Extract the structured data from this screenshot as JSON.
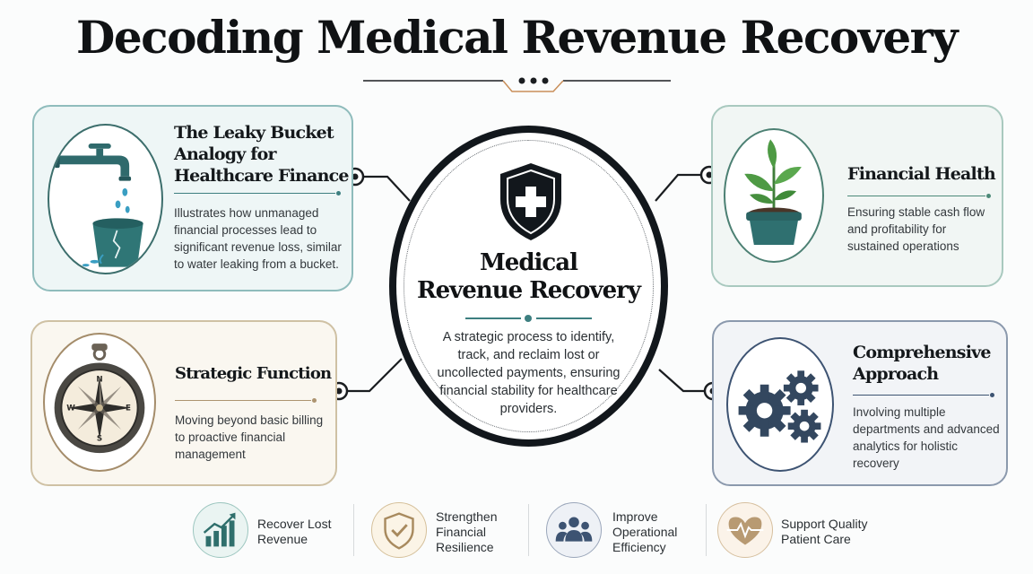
{
  "title": "Decoding Medical Revenue Recovery",
  "center": {
    "title_line1": "Medical",
    "title_line2": "Revenue Recovery",
    "description": "A strategic process to identify, track, and reclaim lost or uncollected payments, ensuring financial stability for healthcare providers."
  },
  "cards": {
    "leaky": {
      "title": "The Leaky Bucket Analogy for Healthcare Finance",
      "description": "Illustrates how unmanaged financial processes lead to significant revenue loss, similar to water leaking from a bucket.",
      "icon": "leaky-bucket-icon"
    },
    "health": {
      "title": "Financial Health",
      "description": "Ensuring stable cash flow and profitability for sustained operations",
      "icon": "plant-icon"
    },
    "strategic": {
      "title": "Strategic Function",
      "description": "Moving beyond basic billing to proactive financial management",
      "icon": "compass-icon",
      "compass": {
        "n": "N",
        "s": "S",
        "e": "E",
        "w": "W"
      }
    },
    "comprehensive": {
      "title": "Comprehensive Approach",
      "description": "Involving multiple departments and advanced analytics for holistic recovery",
      "icon": "gears-icon"
    }
  },
  "benefits": [
    {
      "label": "Recover Lost Revenue",
      "icon": "bar-chart-icon"
    },
    {
      "label": "Strengthen Financial Resilience",
      "icon": "shield-check-icon"
    },
    {
      "label": "Improve Operational Efficiency",
      "icon": "team-icon"
    },
    {
      "label": "Support Quality Patient Care",
      "icon": "heart-pulse-icon"
    }
  ],
  "colors": {
    "teal": "#3d7f80",
    "green": "#4c8a78",
    "tan": "#ad9470",
    "navy": "#3d5372",
    "ink": "#12171c"
  }
}
